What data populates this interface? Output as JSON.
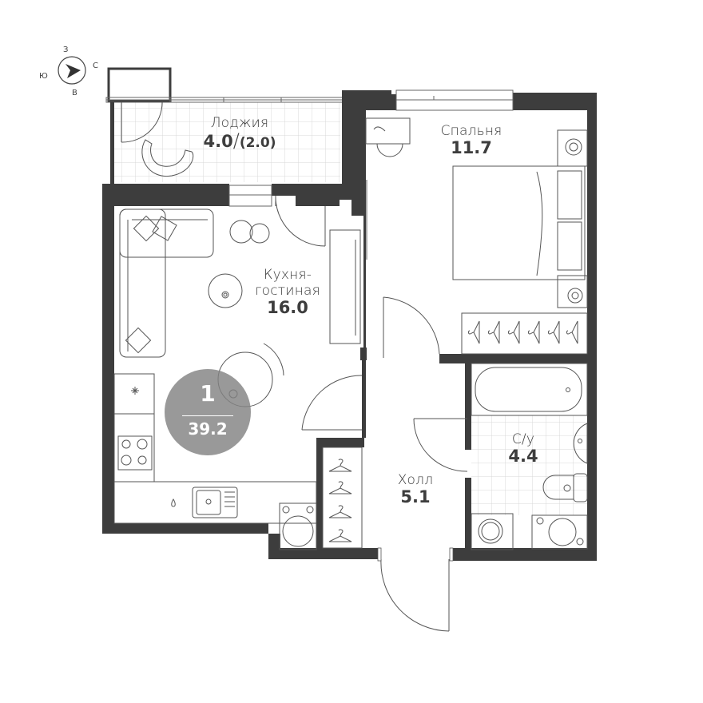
{
  "compass": {
    "north": "С",
    "south": "Ю",
    "east": "В",
    "west": "З",
    "icon": "compass-arrow-icon"
  },
  "apartment": {
    "rooms_count": "1",
    "total_area": "39.2",
    "badge_color": "#828282"
  },
  "rooms": [
    {
      "id": "loggia",
      "name": "Лоджия",
      "area": "4.0",
      "area_reduced": "(2.0)",
      "separator": "/"
    },
    {
      "id": "bedroom",
      "name": "Спальня",
      "area": "11.7"
    },
    {
      "id": "kitchen_living",
      "name_line1": "Кухня-",
      "name_line2": "гостиная",
      "area": "16.0"
    },
    {
      "id": "bathroom",
      "name": "С/у",
      "area": "4.4"
    },
    {
      "id": "hall",
      "name": "Холл",
      "area": "5.1"
    }
  ],
  "colors": {
    "wall": "#3d3d3d",
    "line": "#555555",
    "tile": "#d6d6d6",
    "background": "#ffffff"
  }
}
